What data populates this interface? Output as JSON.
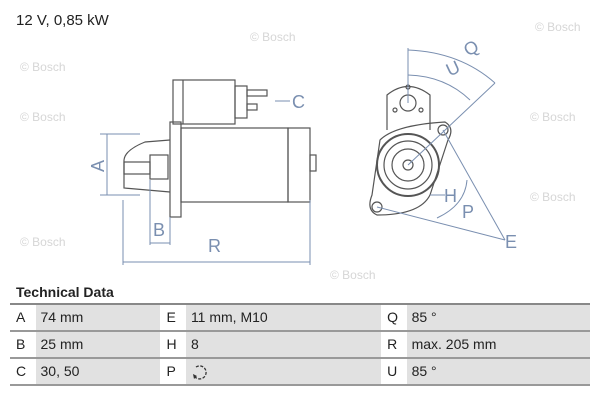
{
  "title": "12 V, 0,85 kW",
  "watermark": "© Bosch",
  "drawing_labels": {
    "A": "A",
    "B": "B",
    "C": "C",
    "R": "R",
    "Q": "Q",
    "U": "U",
    "H": "H",
    "P": "P",
    "E": "E"
  },
  "technical_data": {
    "heading": "Technical Data",
    "rows": [
      [
        {
          "k": "A",
          "v": "74 mm"
        },
        {
          "k": "E",
          "v": "11 mm, M10"
        },
        {
          "k": "Q",
          "v": "85 °"
        }
      ],
      [
        {
          "k": "B",
          "v": "25 mm"
        },
        {
          "k": "H",
          "v": "8"
        },
        {
          "k": "R",
          "v": "max. 205 mm"
        }
      ],
      [
        {
          "k": "C",
          "v": "30, 50"
        },
        {
          "k": "P",
          "v": ""
        },
        {
          "k": "U",
          "v": "85 °"
        }
      ]
    ],
    "rotation_icon": "clockwise-rotation-icon"
  },
  "colors": {
    "line": "#555555",
    "dim": "#7a8fb0",
    "row_bg": "#dcdcdc"
  }
}
